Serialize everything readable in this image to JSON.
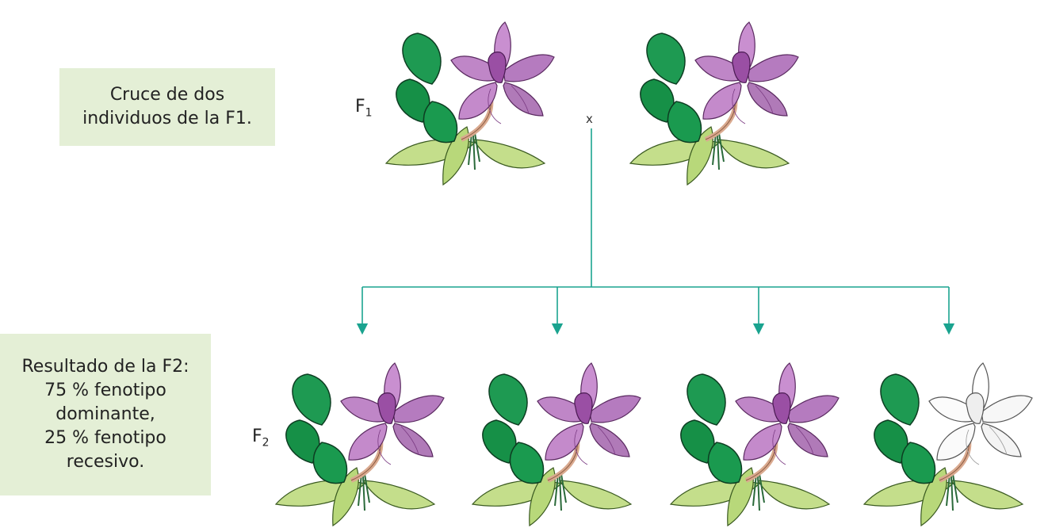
{
  "cross_note": {
    "line1": "Cruce de dos",
    "line2": "individuos de la F1."
  },
  "result_note": {
    "line1": "Resultado de la F2:",
    "line2": "75 % fenotipo",
    "line3": "dominante,",
    "line4": "25 % fenotipo",
    "line5": "recesivo."
  },
  "generations": {
    "f1": {
      "letter": "F",
      "sub": "1"
    },
    "f2": {
      "letter": "F",
      "sub": "2"
    }
  },
  "cross_symbol": "x",
  "colors": {
    "connector": "#1aa38f",
    "note_background": "#e4efd6",
    "dominant_petal": "#b57bbf",
    "recessive_petal": "#ffffff",
    "leaf": "#1e9a52"
  },
  "flowers": {
    "parents": [
      "dominant",
      "dominant"
    ],
    "offspring": [
      "dominant",
      "dominant",
      "dominant",
      "recessive"
    ]
  }
}
